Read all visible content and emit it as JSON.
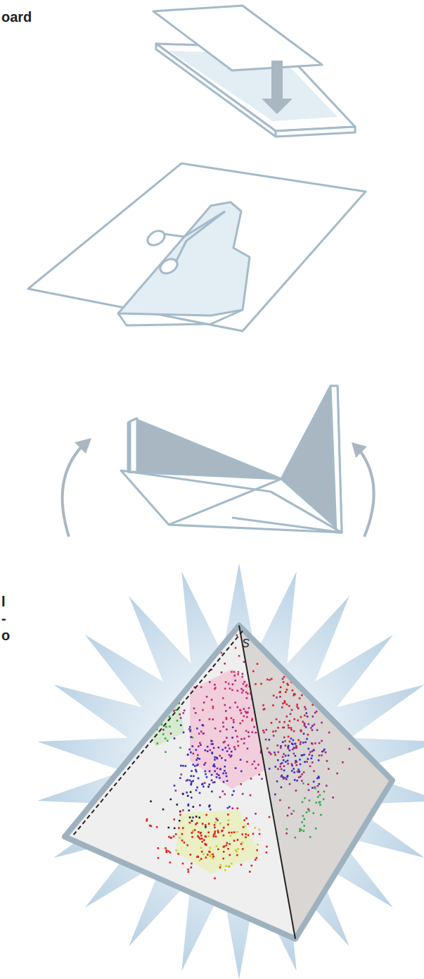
{
  "diagram": {
    "labels": [
      "oard",
      "l",
      "-",
      "o",
      "S"
    ]
  }
}
